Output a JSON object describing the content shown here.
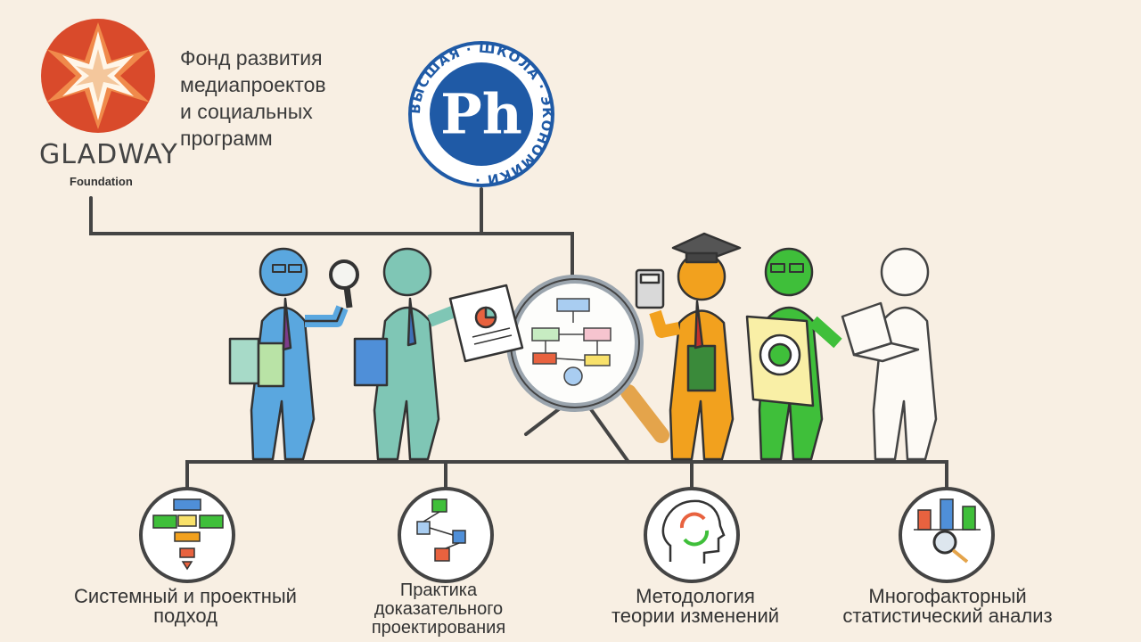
{
  "logos": {
    "gladway": {
      "word": "GLADWAY",
      "sub": "Foundation",
      "colors": {
        "ring": "#d94a2b",
        "star": "#fff6e8"
      }
    },
    "hse": {
      "ring_text": "ВЫСШАЯ · ШКОЛА · ЭКОНОМИКИ ·",
      "monogram_color": "#1f5aa6"
    }
  },
  "fund": {
    "lines": [
      "Фонд развития",
      "медиапроектов",
      "и социальных",
      "программ"
    ]
  },
  "center": {
    "icon": "magnifier-flowchart-icon"
  },
  "figures": [
    {
      "name": "figure-researcher",
      "color": "#5aa7df",
      "prop": "magnifier-icon"
    },
    {
      "name": "figure-analyst",
      "color": "#7fc6b5",
      "prop": "document-chart-icon"
    },
    {
      "name": "figure-graduate",
      "color": "#f2a11e",
      "prop": "calculator-icon"
    },
    {
      "name": "figure-thinker",
      "color": "#3fbf3a",
      "prop": "puzzle-head-icon"
    },
    {
      "name": "figure-outline",
      "color": "#ffffff",
      "prop": "laptop-icon"
    }
  ],
  "methods": [
    {
      "icon": "flowchart-icon",
      "lines": [
        "Системный и проектный",
        "подход"
      ]
    },
    {
      "icon": "checklist-flow-icon",
      "lines": [
        "Практика",
        "доказательного",
        "проектирования"
      ]
    },
    {
      "icon": "head-cycle-icon",
      "lines": [
        "Методология",
        "теории изменений"
      ]
    },
    {
      "icon": "bar-chart-magnifier-icon",
      "lines": [
        "Многофакторный",
        "статистический анализ"
      ]
    }
  ]
}
